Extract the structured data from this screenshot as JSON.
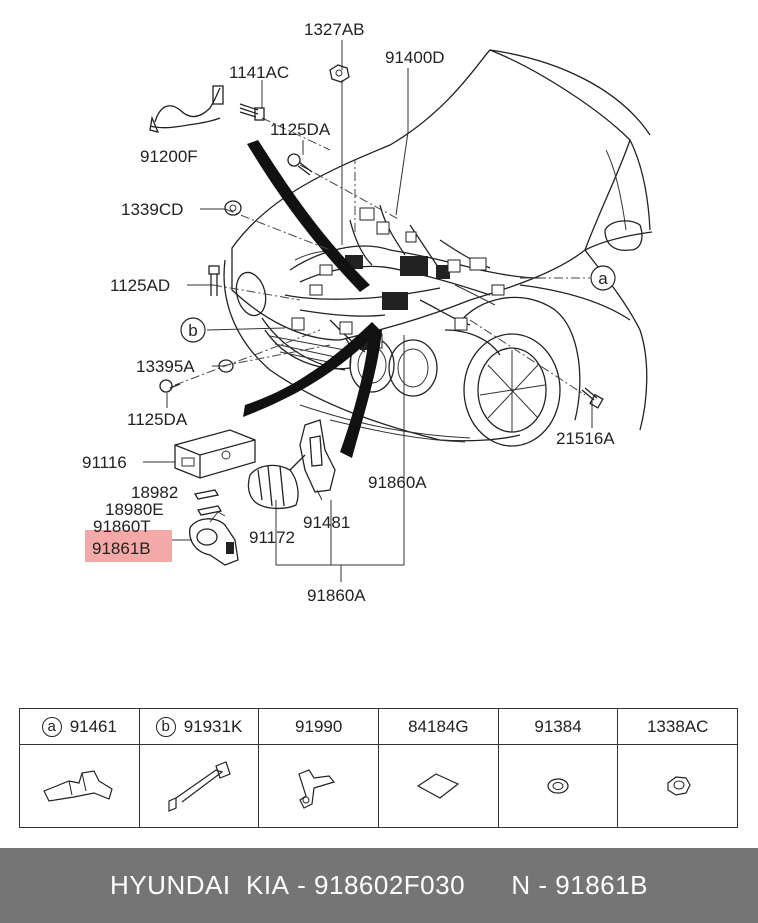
{
  "diagram": {
    "labels": {
      "l1327AB": "1327AB",
      "l91400D": "91400D",
      "l1141AC": "1141AC",
      "l1125DA_top": "1125DA",
      "l91200F": "91200F",
      "l1339CD": "1339CD",
      "l1125AD": "1125AD",
      "l13395A": "13395A",
      "l1125DA_bottom": "1125DA",
      "l21516A": "21516A",
      "l91116": "91116",
      "l18982": "18982",
      "l18980E": "18980E",
      "l91860T": "91860T",
      "l91861B": "91861B",
      "l91172": "91172",
      "l91481": "91481",
      "l91860A_right": "91860A",
      "l91860A_bottom": "91860A"
    },
    "callouts": {
      "a": "a",
      "b": "b"
    },
    "highlight_color": "#f29a9a"
  },
  "table": {
    "cells": [
      {
        "ref": "a",
        "part": "91461",
        "icon": "bracket-a-icon"
      },
      {
        "ref": "b",
        "part": "91931K",
        "icon": "bracket-b-icon"
      },
      {
        "ref": "",
        "part": "91990",
        "icon": "clip-icon"
      },
      {
        "ref": "",
        "part": "84184G",
        "icon": "pad-icon"
      },
      {
        "ref": "",
        "part": "91384",
        "icon": "grommet-icon"
      },
      {
        "ref": "",
        "part": "1338AC",
        "icon": "nut-icon"
      }
    ]
  },
  "footer": {
    "brand": "HYUNDAI  KIA",
    "part_number": "- 918602F030",
    "note": "N - 91861B",
    "background": "#757575"
  }
}
